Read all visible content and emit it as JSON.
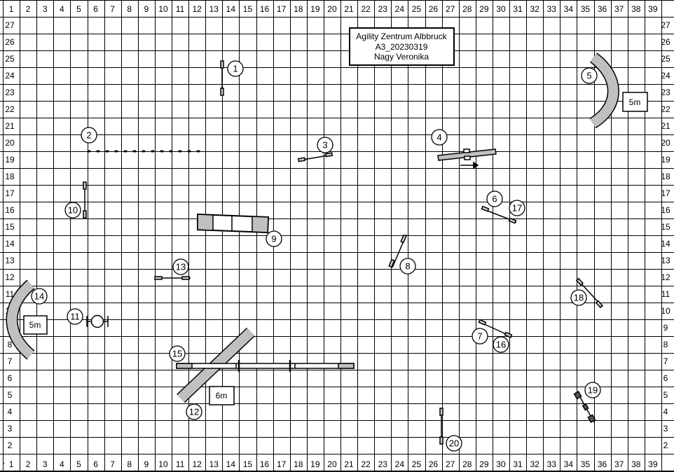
{
  "title_box": {
    "lines": [
      "Agility Zentrum Albbruck",
      "A3_20230319",
      "Nagy Veronika"
    ]
  },
  "grid": {
    "columns": [
      "1",
      "2",
      "3",
      "4",
      "5",
      "6",
      "7",
      "8",
      "9",
      "10",
      "11",
      "12",
      "13",
      "14",
      "15",
      "16",
      "17",
      "18",
      "19",
      "20",
      "21",
      "22",
      "23",
      "24",
      "25",
      "26",
      "27",
      "28",
      "29",
      "30",
      "31",
      "32",
      "33",
      "34",
      "35",
      "36",
      "37",
      "38",
      "39"
    ],
    "rows": [
      "27",
      "26",
      "25",
      "24",
      "23",
      "22",
      "21",
      "20",
      "19",
      "18",
      "17",
      "16",
      "15",
      "14",
      "13",
      "12",
      "11",
      "10",
      "9",
      "8",
      "7",
      "6",
      "5",
      "4",
      "3",
      "2"
    ],
    "corner_mark": "."
  },
  "tunnel_labels": {
    "tunnel_5": "5m",
    "tunnel_14": "5m",
    "tunnel_12": "6m"
  },
  "obstacle_numbers": [
    "1",
    "2",
    "3",
    "4",
    "5",
    "6",
    "7",
    "8",
    "9",
    "10",
    "11",
    "12",
    "13",
    "14",
    "15",
    "16",
    "17",
    "18",
    "19",
    "20"
  ],
  "colors": {
    "line": "#000000",
    "tunnel_fill": "#c0c0c0",
    "background": "#ffffff"
  }
}
